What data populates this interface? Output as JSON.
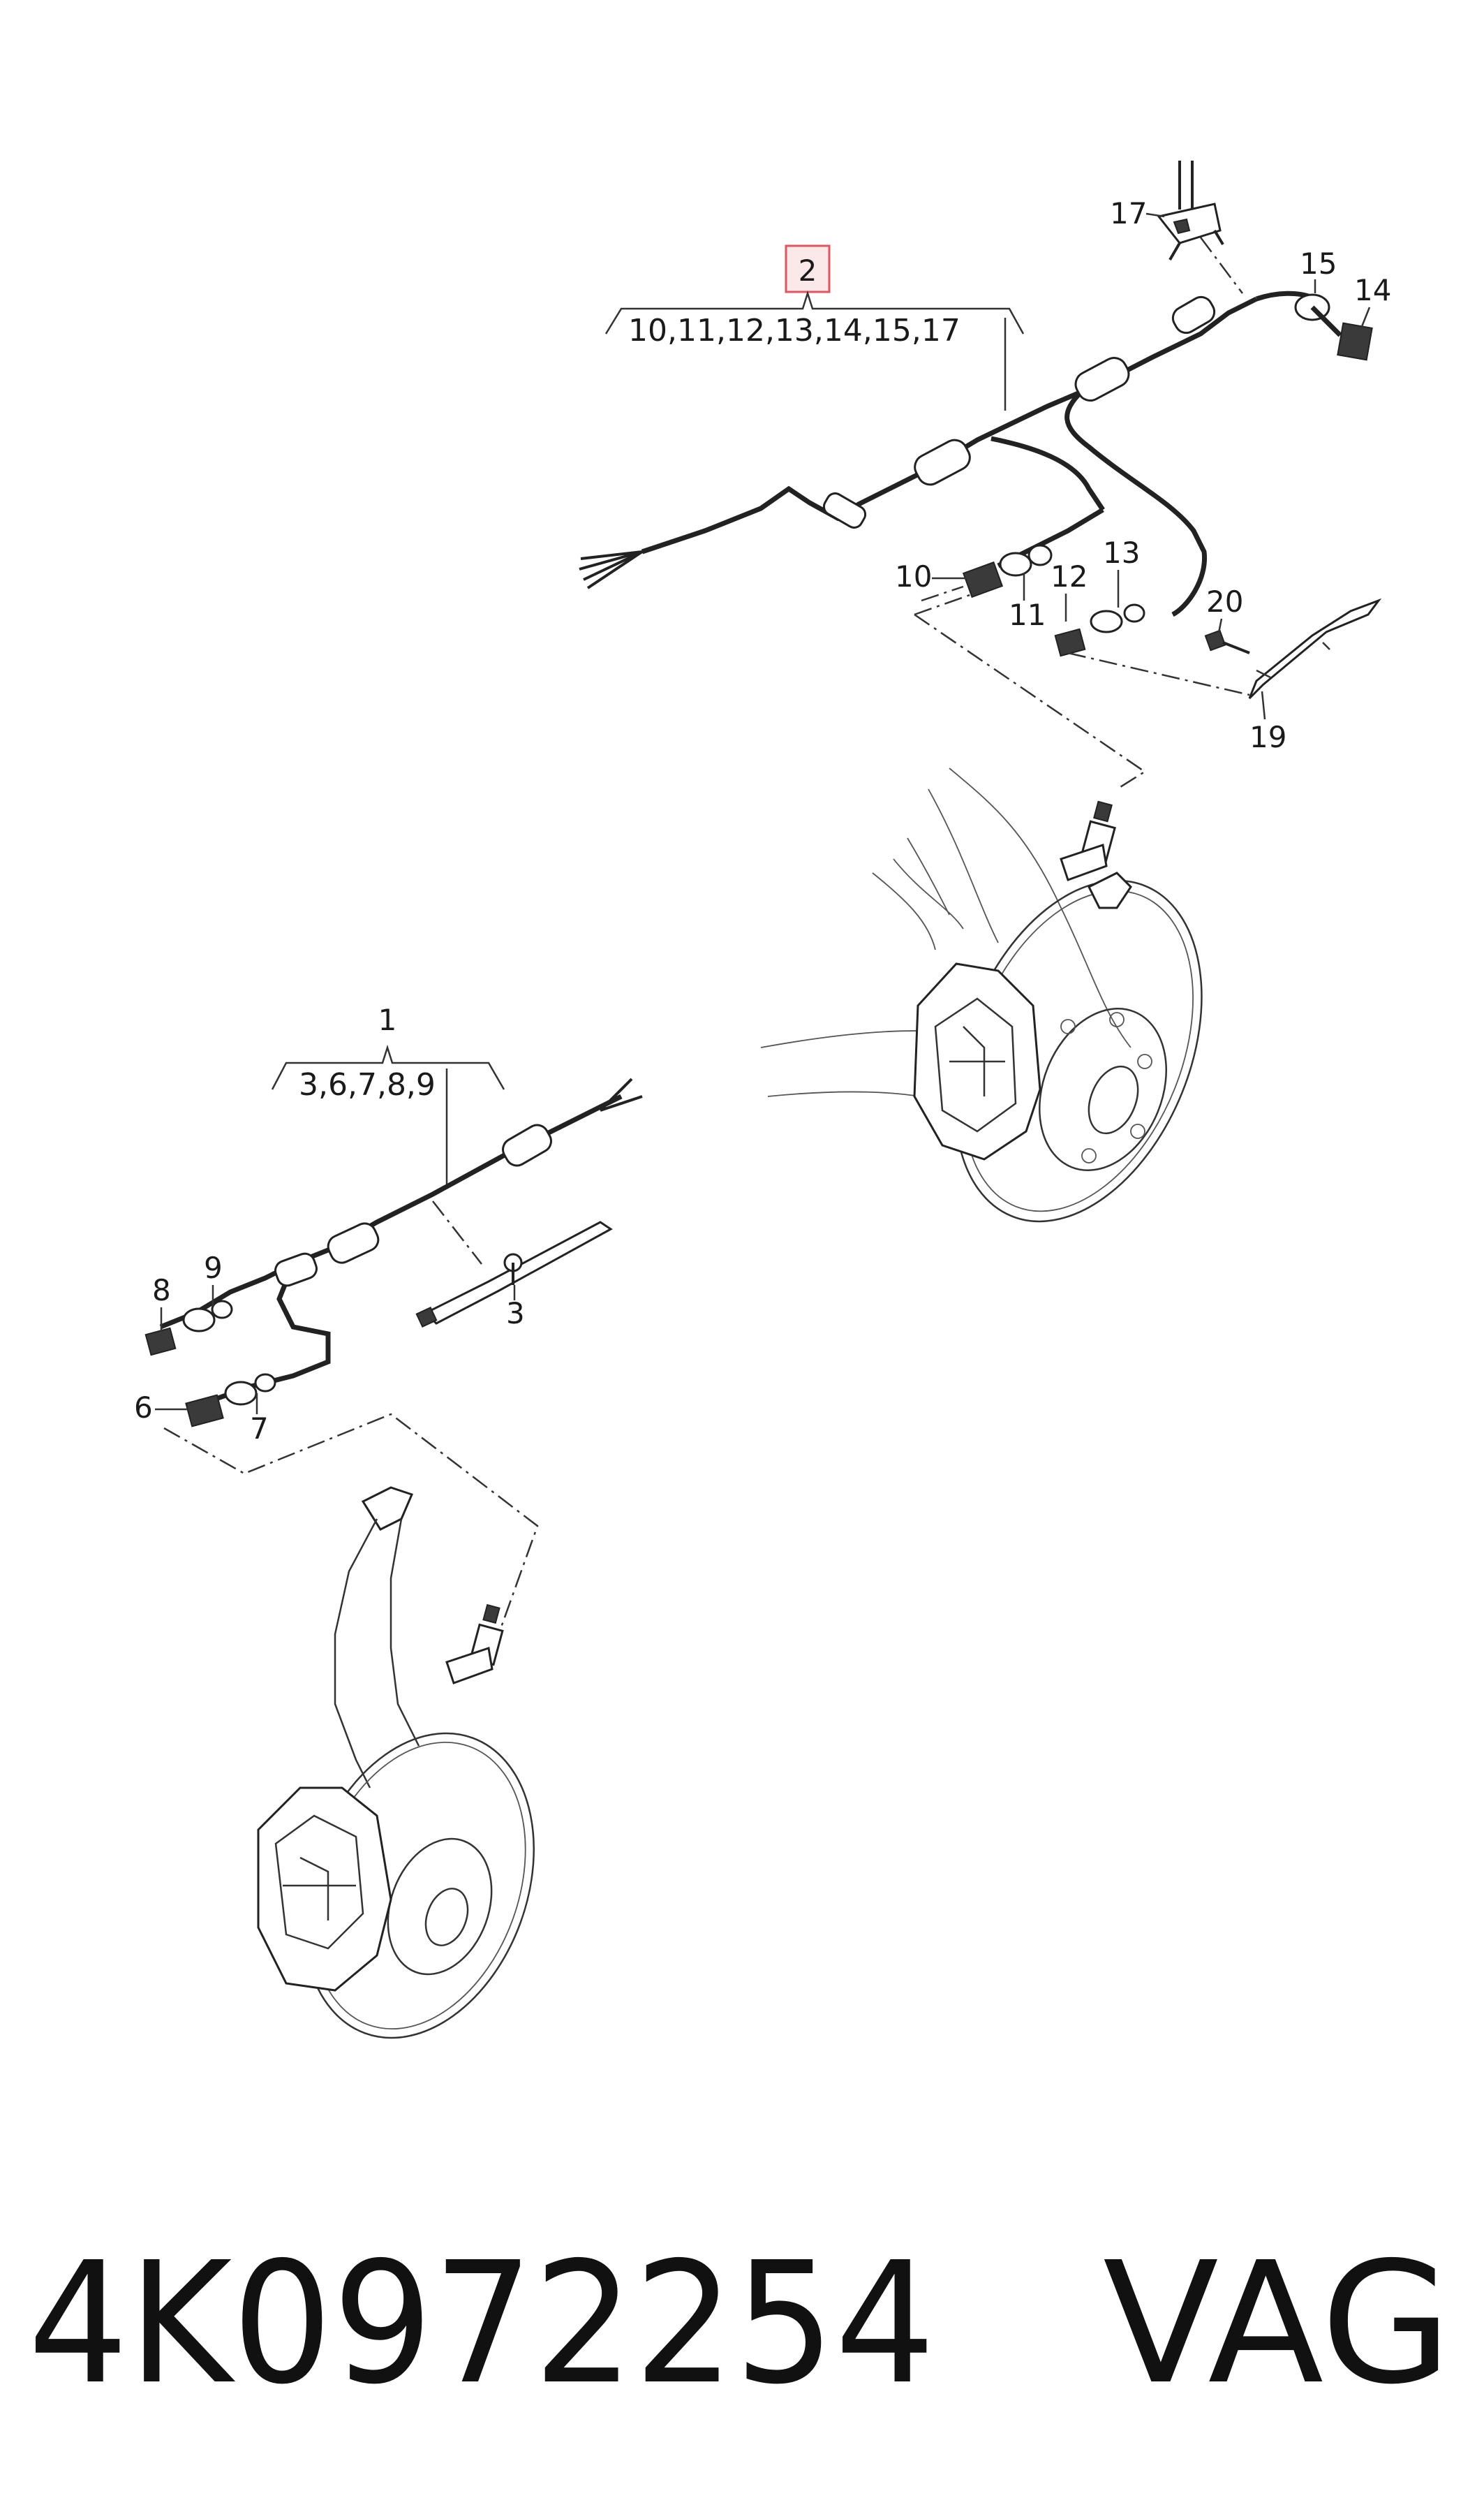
{
  "highlight_color": "#e05560",
  "groups": {
    "upper": {
      "number": "2",
      "list": "10,11,12,13,14,15,17"
    },
    "lower": {
      "number": "1",
      "list": "3,6,7,8,9"
    }
  },
  "callouts": {
    "c3": "3",
    "c6": "6",
    "c7": "7",
    "c8": "8",
    "c9": "9",
    "c10": "10",
    "c11": "11",
    "c12": "12",
    "c13": "13",
    "c14": "14",
    "c15": "15",
    "c17": "17",
    "c19": "19",
    "c20": "20"
  },
  "footer": {
    "part_number": "4K0972254",
    "brand": "VAG"
  }
}
